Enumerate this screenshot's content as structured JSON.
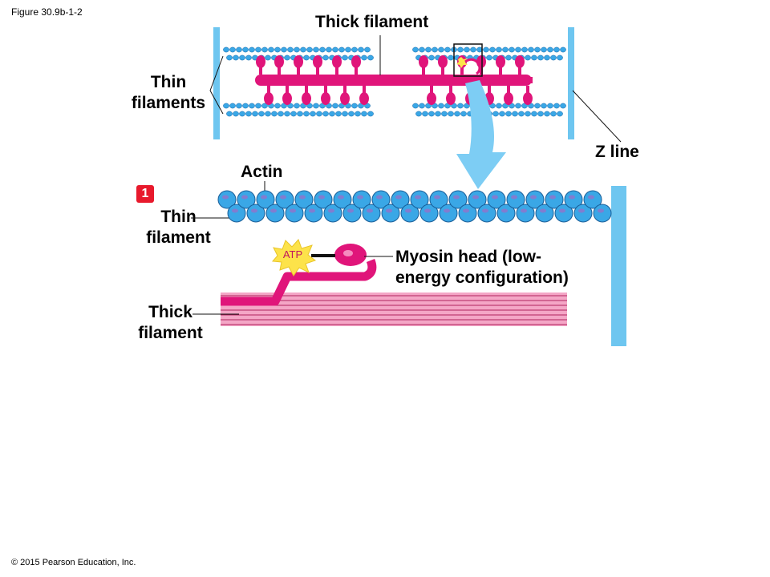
{
  "figure_id": "Figure 30.9b-1-2",
  "copyright": "© 2015 Pearson Education, Inc.",
  "step_number": "1",
  "labels": {
    "thick_filament_top": "Thick filament",
    "thin_filaments": [
      "Thin",
      "filaments"
    ],
    "z_line": "Z line",
    "actin": "Actin",
    "thin_filament": [
      "Thin",
      "filament"
    ],
    "thick_filament_bottom": [
      "Thick",
      "filament"
    ],
    "myosin_head": [
      "Myosin head (low-",
      "energy configuration)"
    ],
    "atp": "ATP"
  },
  "colors": {
    "z_line": "#6ec6f0",
    "myosin": "#e0157a",
    "actin_bead": "#3aa7e6",
    "actin_spot": "#9a6fc8",
    "thick_stripes": "#f4a6c6",
    "arrow": "#7dcdf4",
    "atp_burst": "#fde34a",
    "badge": "#e8192c"
  },
  "icons": [
    "atp-burst-icon",
    "zoom-arrow-icon",
    "step-badge"
  ]
}
